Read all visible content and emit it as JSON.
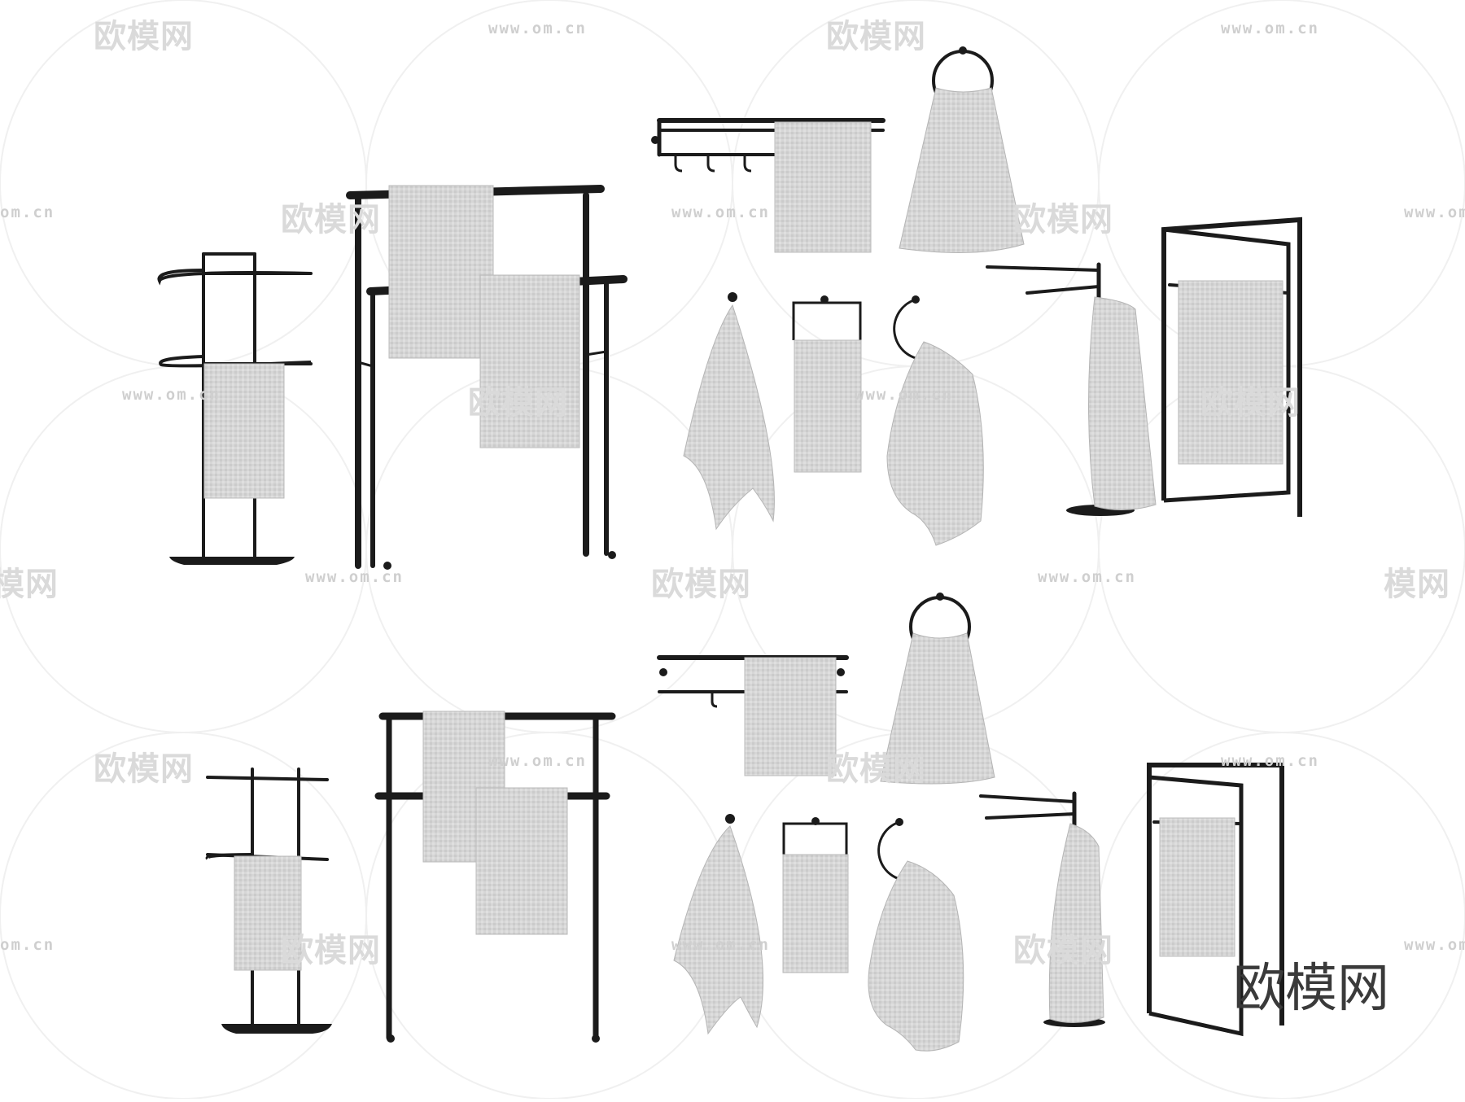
{
  "watermark": {
    "logo_text": "欧模网",
    "url_text": "www.om.cn",
    "url_partial": "om.cn",
    "logo_partial": "模网",
    "color": "#dadada"
  },
  "corner_logo": {
    "text": "欧模网",
    "color": "#3a3a3a"
  },
  "palette": {
    "metal": "#1b1b1b",
    "towel": "#d4d4d4",
    "towel_shade": "#b8b8b8",
    "towel_light": "#e9e9e9"
  },
  "scene": {
    "description_items": [
      "freestanding-semicircle-towel-stand",
      "double-bar-towel-stand",
      "wall-towel-shelf-with-hooks",
      "towel-ring",
      "towel-hook",
      "square-towel-ring",
      "open-towel-ring",
      "swivel-arm-towel-stand",
      "frame-towel-stand"
    ]
  }
}
